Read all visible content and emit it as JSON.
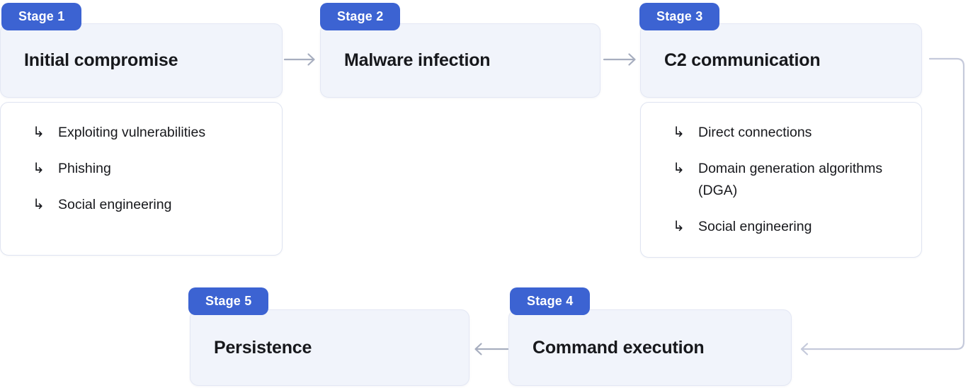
{
  "glyph": {
    "bullet": "↳"
  },
  "colors": {
    "badge_bg": "#3C63D2",
    "badge_text": "#FFFFFF",
    "box_bg": "#F1F4FB",
    "box_border": "#E3E7F4",
    "list_bg": "#FFFFFF",
    "list_border": "#DFE4F1",
    "arrow": "#A7AEBF",
    "connector": "#C5CADB",
    "text": "#17181C"
  },
  "stages": [
    {
      "badge": "Stage 1",
      "title": "Initial compromise",
      "items": [
        "Exploiting vulnerabilities",
        "Phishing",
        "Social engineering"
      ]
    },
    {
      "badge": "Stage 2",
      "title": "Malware infection",
      "items": []
    },
    {
      "badge": "Stage 3",
      "title": "C2 communication",
      "items": [
        "Direct connections",
        "Domain generation algorithms (DGA)",
        "Social engineering"
      ]
    },
    {
      "badge": "Stage 4",
      "title": "Command execution",
      "items": []
    },
    {
      "badge": "Stage 5",
      "title": "Persistence",
      "items": []
    }
  ]
}
